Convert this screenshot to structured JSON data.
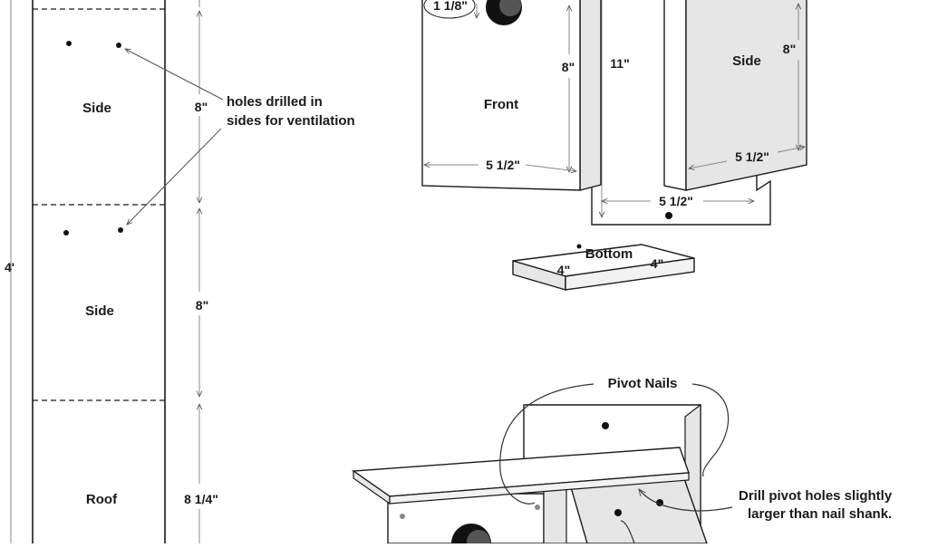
{
  "board_cut_list": {
    "total_length": "4'",
    "pieces": [
      {
        "name": "Side",
        "length": "8\""
      },
      {
        "name": "Side",
        "length": "8\""
      },
      {
        "name": "Roof",
        "length": "8 1/4\""
      }
    ],
    "ventilation_note": [
      "holes drilled in",
      "sides for ventilation"
    ]
  },
  "front_panel": {
    "name": "Front",
    "hole_size": "1 1/8\"",
    "height": "8\"",
    "width": "5 1/2\""
  },
  "back_panel": {
    "height": "11\"",
    "width": "5 1/2\""
  },
  "side_panel": {
    "name": "Side",
    "height": "8\"",
    "width": "5 1/2\""
  },
  "bottom_panel": {
    "name": "Bottom",
    "width_a": "4\"",
    "width_b": "4\""
  },
  "assembly": {
    "pivot_label": "Pivot Nails",
    "pivot_note": [
      "Drill pivot holes slightly",
      "larger than nail shank."
    ]
  },
  "colors": {
    "line": "#1a1a1a",
    "panel_shade": "#e6e6e6",
    "panel_fill": "#ffffff",
    "hole": "#111111"
  }
}
